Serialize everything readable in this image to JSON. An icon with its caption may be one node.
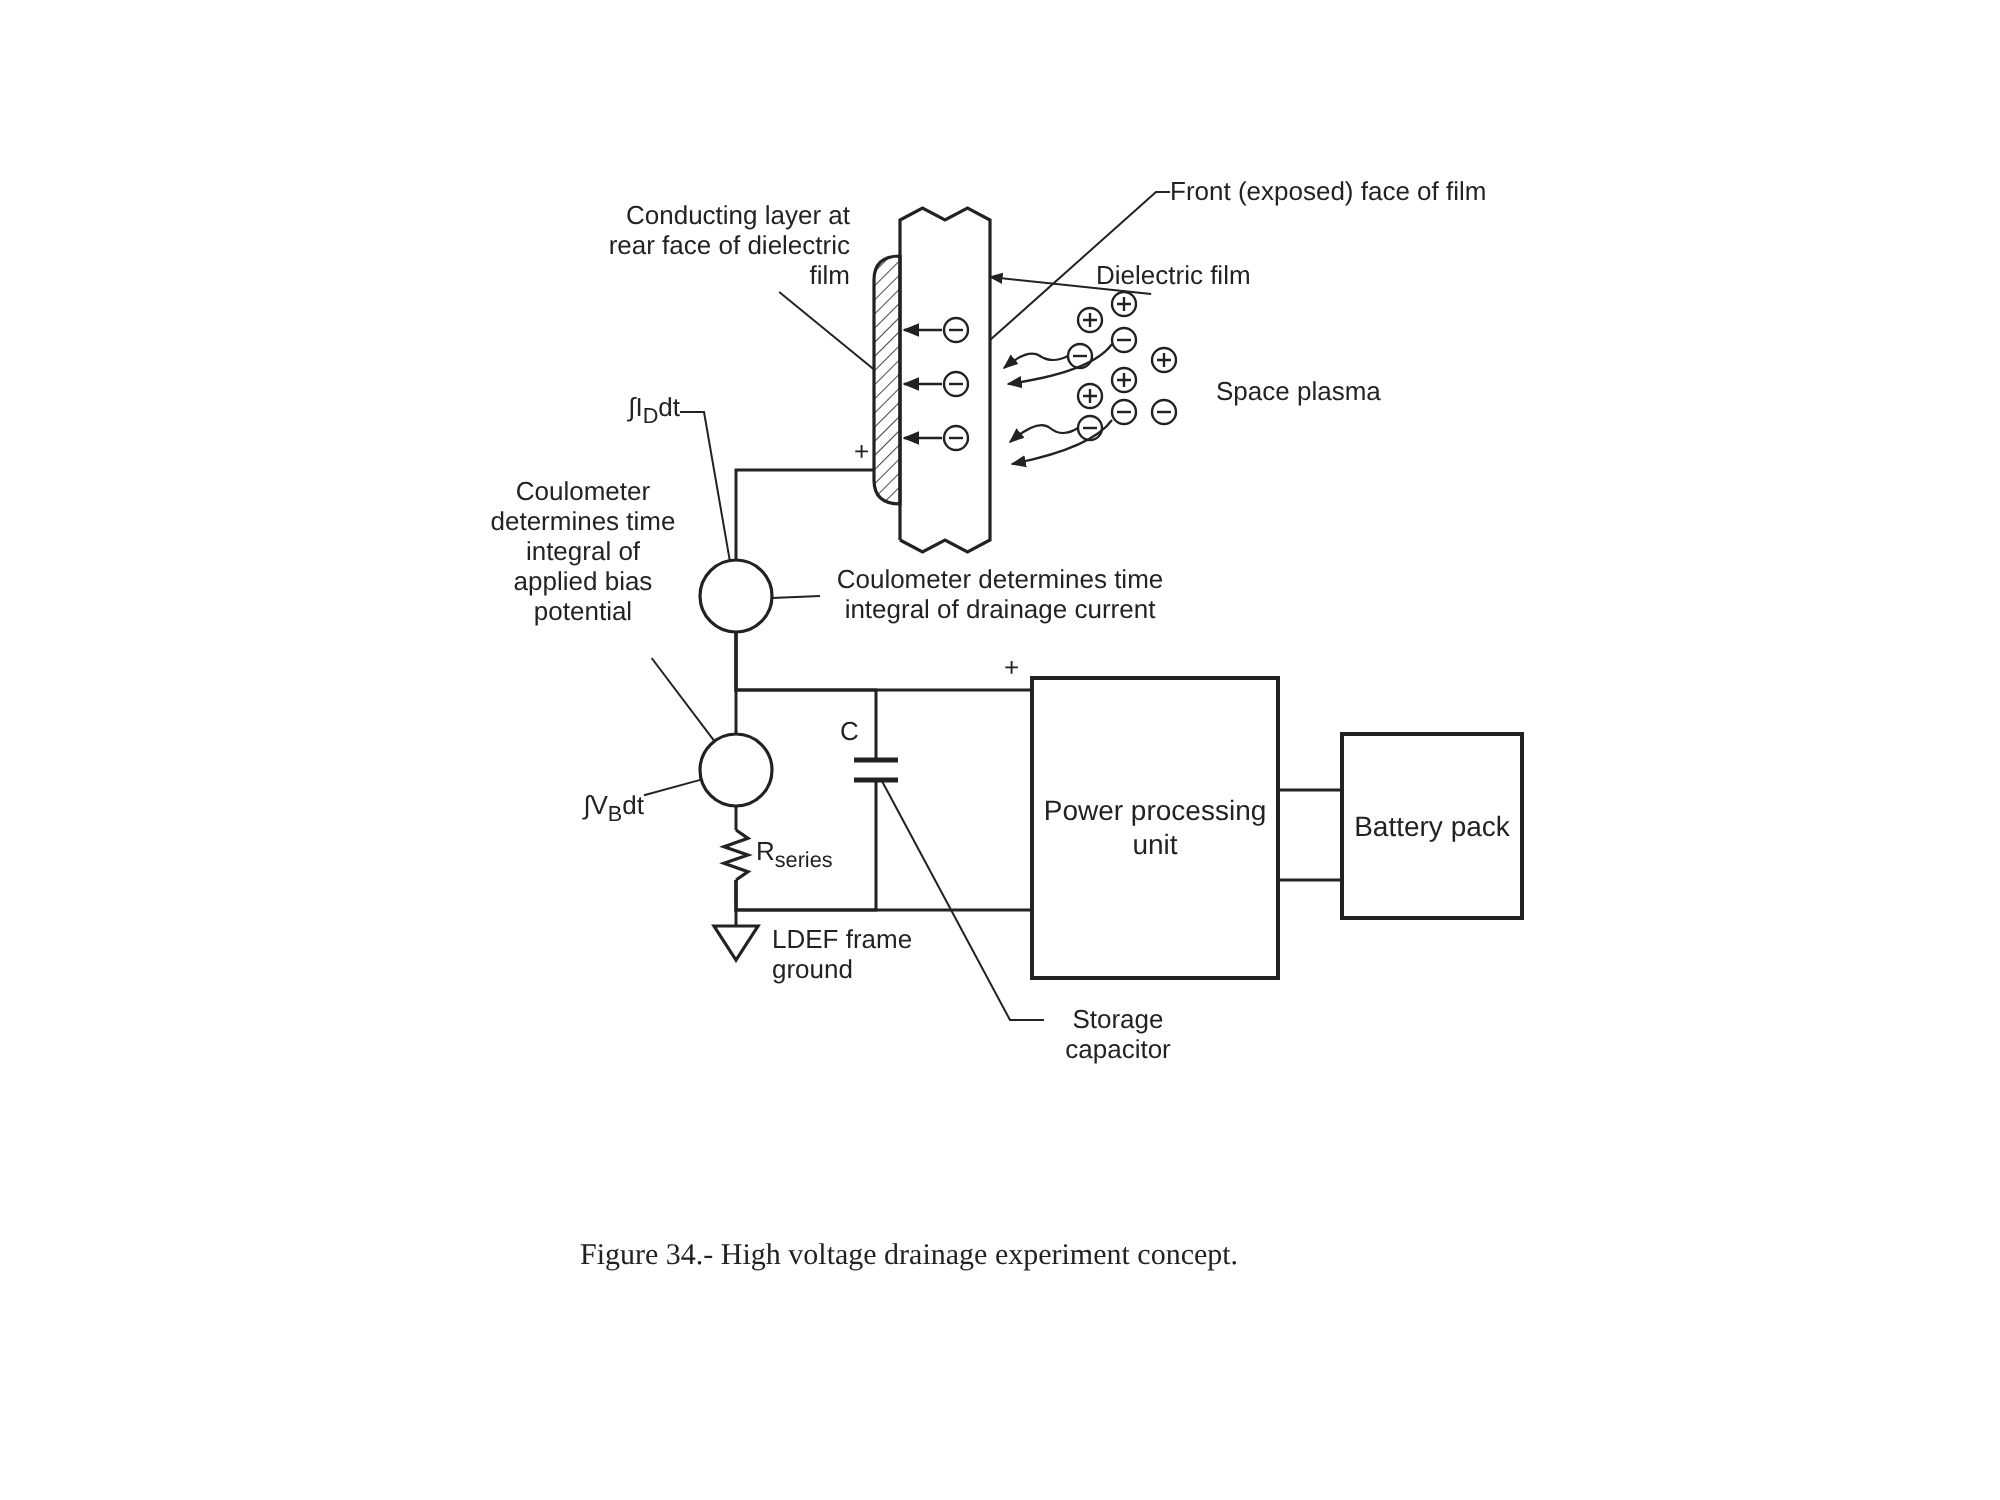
{
  "diagram": {
    "caption": "Figure 34.- High voltage drainage experiment concept.",
    "nodes": [
      {
        "text": [
          "Conducting layer at rear face of dielectric film"
        ]
      },
      {
        "text": [
          "Front (exposed) face of film"
        ]
      },
      {
        "text": [
          "Dielectric film"
        ]
      },
      {
        "text": [],
        "shape": "box"
      },
      {
        "text": [],
        "shape": "bar"
      },
      {
        "text": [
          "∫I$_{D}$dt"
        ]
      },
      {
        "text": [],
        "shape": "circle"
      },
      {
        "text": [
          "Coulometer determines time integral of applied bias potential"
        ]
      },
      {
        "text": [
          "Coulometer determines time integral of drainage current"
        ]
      },
      {
        "text": [],
        "shape": "circle"
      },
      {
        "text": [
          "∫V$_{B}$dt"
        ]
      },
      {
        "text": [],
        "shape": "capacitor"
      },
      {
        "text": [
          "Power processing unit"
        ]
      },
      {
        "text": [
          "Battery pack"
        ]
      },
      {
        "text": [],
        "shape": "resistor"
      },
      {
        "text": [],
        "shape": "ground"
      },
      {
        "text": [
          "Storage capacitor"
        ]
      }
    ],
    "edges": [
      {
        "from": 0,
        "to": 4,
        "arrow": "none"
      },
      {
        "from": 1,
        "to": 3,
        "arrow": "none"
      },
      {
        "from": 2,
        "to": 3,
        "arrow": "to"
      },
      {
        "from": 5,
        "to": 6,
        "arrow": "none"
      },
      {
        "from": 7,
        "to": 9,
        "arrow": "none"
      },
      {
        "from": 8,
        "to": 6,
        "arrow": "none"
      },
      {
        "from": 10,
        "to": 9,
        "arrow": "none"
      },
      {
        "from": 16,
        "to": 11,
        "arrow": "none"
      },
      {
        "from": 4,
        "to": 6,
        "arrow": "none"
      },
      {
        "from": 6,
        "to": 9,
        "arrow": "none"
      },
      {
        "from": 6,
        "to": 12,
        "arrow": "none"
      },
      {
        "from": 6,
        "to": 11,
        "arrow": "none"
      },
      {
        "from": 9,
        "to": 14,
        "arrow": "none"
      },
      {
        "from": 14,
        "to": 12,
        "arrow": "none"
      },
      {
        "from": 14,
        "to": 11,
        "arrow": "none"
      },
      {
        "from": 14,
        "to": 15,
        "arrow": "none"
      },
      {
        "from": 12,
        "to": 13,
        "arrow": "none"
      },
      {
        "from": 12,
        "to": 13,
        "arrow": "none"
      }
    ],
    "labels": [
      "Space plasma",
      "+",
      "+",
      "C",
      "R$_{series}$",
      "LDEF frame ground"
    ]
  }
}
